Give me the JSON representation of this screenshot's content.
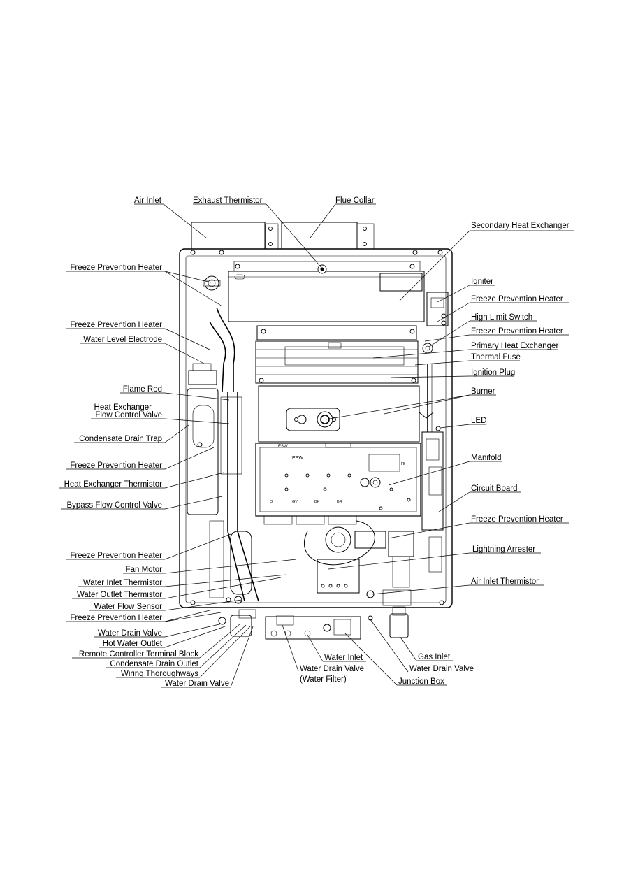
{
  "board_text": {
    "esw_top": "ESW",
    "esw": "ESW",
    "fb": "FB",
    "conn_0": "O",
    "conn_gy": "GY",
    "conn_bk": "BK",
    "conn_br": "BR"
  },
  "labels": {
    "air_inlet": "Air Inlet",
    "exhaust_thermistor": "Exhaust Thermistor",
    "flue_collar": "Flue Collar",
    "secondary_heat_exchanger": "Secondary Heat Exchanger",
    "freeze_prevention_heater_1": "Freeze Prevention Heater",
    "igniter": "Igniter",
    "freeze_prevention_heater_2": "Freeze Prevention Heater",
    "freeze_prevention_heater_3": "Freeze Prevention Heater",
    "high_limit_switch": "High Limit Switch",
    "water_level_electrode": "Water Level Electrode",
    "freeze_prevention_heater_4": "Freeze Prevention Heater",
    "primary_heat_exchanger": "Primary Heat Exchanger",
    "thermal_fuse": "Thermal Fuse",
    "ignition_plug": "Ignition Plug",
    "flame_rod": "Flame Rod",
    "burner": "Burner",
    "heat_exchanger_flow_control_valve_1": "Heat Exchanger",
    "heat_exchanger_flow_control_valve_2": "Flow Control Valve",
    "led": "LED",
    "condensate_drain_trap": "Condensate Drain Trap",
    "manifold": "Manifold",
    "freeze_prevention_heater_5": "Freeze Prevention Heater",
    "heat_exchanger_thermistor": "Heat Exchanger Thermistor",
    "circuit_board": "Circuit Board",
    "bypass_flow_control_valve": "Bypass Flow Control Valve",
    "freeze_prevention_heater_6": "Freeze Prevention Heater",
    "lightning_arrester": "Lightning Arrester",
    "freeze_prevention_heater_7": "Freeze Prevention Heater",
    "fan_motor": "Fan Motor",
    "air_inlet_thermistor": "Air Inlet Thermistor",
    "water_inlet_thermistor": "Water Inlet Thermistor",
    "water_outlet_thermistor": "Water Outlet Thermistor",
    "water_flow_sensor": "Water Flow Sensor",
    "freeze_prevention_heater_8": "Freeze Prevention Heater",
    "water_drain_valve_1": "Water Drain Valve",
    "hot_water_outlet": "Hot Water Outlet",
    "remote_controller_terminal_block": "Remote Controller Terminal Block",
    "condensate_drain_outlet": "Condensate Drain Outlet",
    "wiring_thoroughways": "Wiring Thoroughways",
    "water_drain_valve_2": "Water Drain Valve",
    "water_inlet": "Water Inlet",
    "water_drain_valve_filter_1": "Water Drain Valve",
    "water_drain_valve_filter_2": "(Water Filter)",
    "junction_box": "Junction Box",
    "gas_inlet": "Gas Inlet",
    "water_drain_valve_3": "Water Drain Valve"
  }
}
